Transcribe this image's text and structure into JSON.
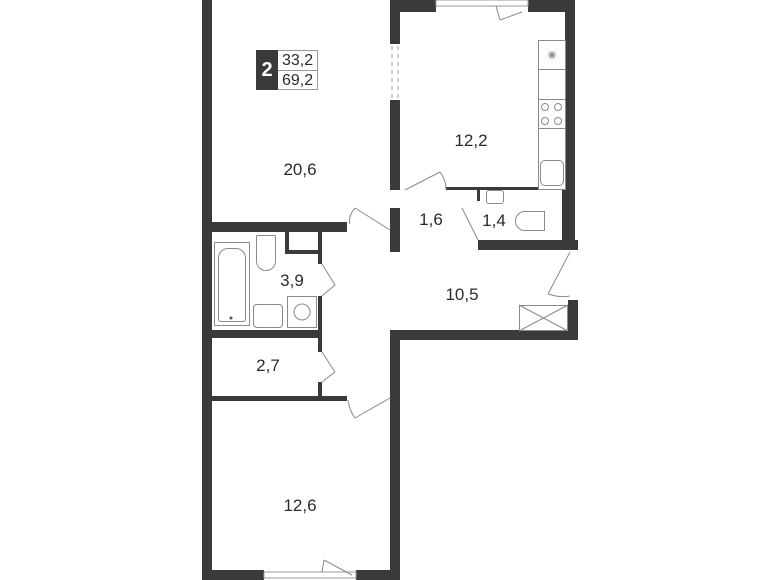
{
  "plan": {
    "rooms_count": "2",
    "living_area": "33,2",
    "total_area": "69,2",
    "colors": {
      "wall": "#3a3a3a",
      "fixture_line": "#8a8a8a",
      "text": "#2b2b2b",
      "background": "#ffffff"
    },
    "rooms": [
      {
        "id": "living-room",
        "area": "20,6"
      },
      {
        "id": "kitchen",
        "area": "12,2"
      },
      {
        "id": "corridor-small",
        "area": "1,6"
      },
      {
        "id": "toilet",
        "area": "1,4"
      },
      {
        "id": "bathroom",
        "area": "3,9"
      },
      {
        "id": "hall",
        "area": "10,5"
      },
      {
        "id": "storage",
        "area": "2,7"
      },
      {
        "id": "bedroom",
        "area": "12,6"
      }
    ]
  }
}
